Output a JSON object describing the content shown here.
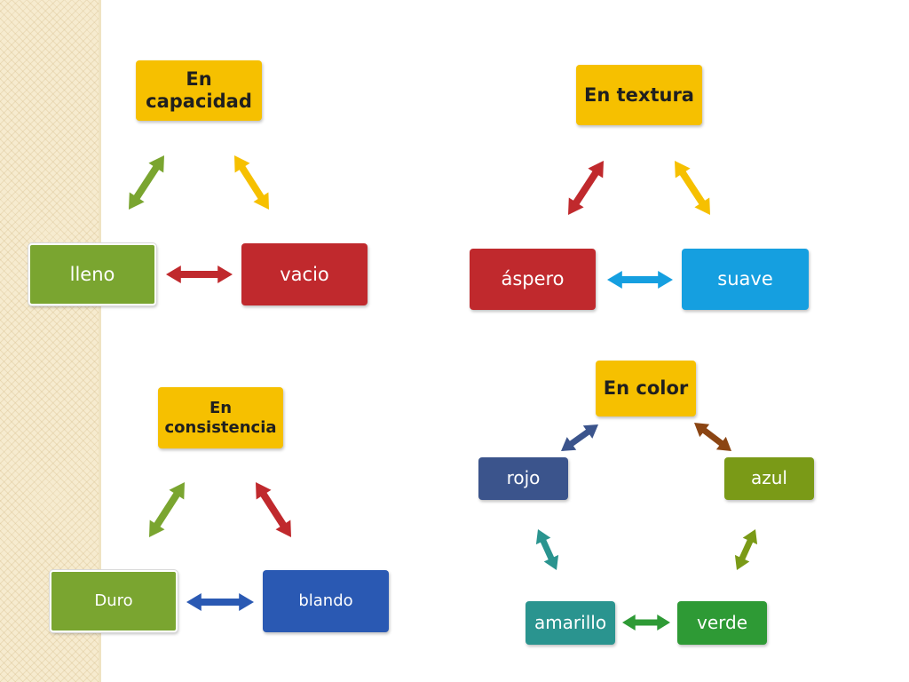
{
  "colors": {
    "yellow": "#f6c000",
    "red": "#c0292d",
    "green": "#7aa530",
    "blue": "#2a59b3",
    "light_blue": "#159fe0",
    "slate": "#3b548c",
    "olive": "#7a9a17",
    "dark_green": "#2e9a35",
    "teal": "#2a948f",
    "brown": "#8b4513"
  },
  "capacidad": {
    "title": "En\ncapacidad",
    "left": "lleno",
    "right": "vacio"
  },
  "textura": {
    "title": "En textura",
    "left": "áspero",
    "right": "suave"
  },
  "consistencia": {
    "title": "En\nconsistencia",
    "left": "Duro",
    "right": "blando"
  },
  "color": {
    "title": "En color",
    "top_left": "rojo",
    "top_right": "azul",
    "bottom_left": "amarillo",
    "bottom_right": "verde"
  }
}
